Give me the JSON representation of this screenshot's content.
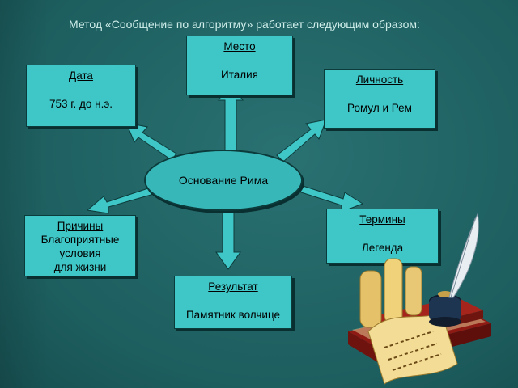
{
  "title": "Метод «Сообщение по алгоритму» работает следующим образом:",
  "center": "Основание Рима",
  "nodes": {
    "place": {
      "label": "Место",
      "value": "Италия"
    },
    "date": {
      "label": "Дата",
      "value": "753 г. до н.э."
    },
    "person": {
      "label": "Личность",
      "value": "Ромул  и Рем"
    },
    "terms": {
      "label": "Термины",
      "value": "Легенда"
    },
    "cause": {
      "label": "Причины",
      "value": "Благоприятные условия\n для жизни"
    },
    "result": {
      "label": "Результат",
      "value": "Памятник волчице"
    }
  },
  "colors": {
    "background": "#1d5e5f",
    "box": "#3fc6c6",
    "oval": "#38b7b9",
    "arrow": "#3fc6c6"
  }
}
